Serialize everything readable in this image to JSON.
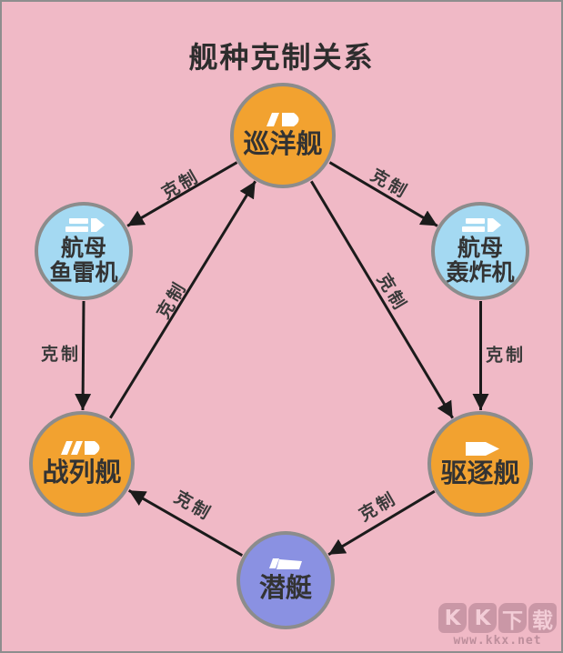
{
  "title": "舰种克制关系",
  "colors": {
    "background": "#f0b9c6",
    "node_orange": "#f2a230",
    "node_blue": "#a4d9f2",
    "node_purple": "#8a91e2",
    "node_border": "#8c8c8c",
    "arrow": "#1b1b1b",
    "node_text": "#333333",
    "edge_text": "#3a3a3a",
    "title_text": "#2d2d2d"
  },
  "nodes": [
    {
      "id": "cruiser",
      "lines": [
        "巡洋舰"
      ],
      "color": "orange",
      "icon": "cruiser-ship-icon"
    },
    {
      "id": "carrier-torpedo-plane",
      "lines": [
        "航母",
        "鱼雷机"
      ],
      "color": "blue",
      "icon": "torpedo-plane-icon"
    },
    {
      "id": "carrier-bomber",
      "lines": [
        "航母",
        "轰炸机"
      ],
      "color": "blue",
      "icon": "bomber-plane-icon"
    },
    {
      "id": "battleship",
      "lines": [
        "战列舰"
      ],
      "color": "orange",
      "icon": "battleship-icon"
    },
    {
      "id": "destroyer",
      "lines": [
        "驱逐舰"
      ],
      "color": "orange",
      "icon": "destroyer-icon"
    },
    {
      "id": "submarine",
      "lines": [
        "潜艇"
      ],
      "color": "purple",
      "icon": "submarine-icon"
    }
  ],
  "edges": [
    {
      "from": "巡洋舰",
      "to": "航母鱼雷机",
      "label": "克制"
    },
    {
      "from": "巡洋舰",
      "to": "航母轰炸机",
      "label": "克制"
    },
    {
      "from": "航母鱼雷机",
      "to": "战列舰",
      "label": "克制"
    },
    {
      "from": "航母轰炸机",
      "to": "驱逐舰",
      "label": "克制"
    },
    {
      "from": "战列舰",
      "to": "巡洋舰",
      "label": "克制"
    },
    {
      "from": "巡洋舰",
      "to": "驱逐舰",
      "label": "克制"
    },
    {
      "from": "潜艇",
      "to": "战列舰",
      "label": "克制"
    },
    {
      "from": "驱逐舰",
      "to": "潜艇",
      "label": "克制"
    }
  ],
  "watermark": {
    "chars": [
      "K",
      "K",
      "下",
      "载"
    ],
    "site": "www.kkx.net"
  }
}
